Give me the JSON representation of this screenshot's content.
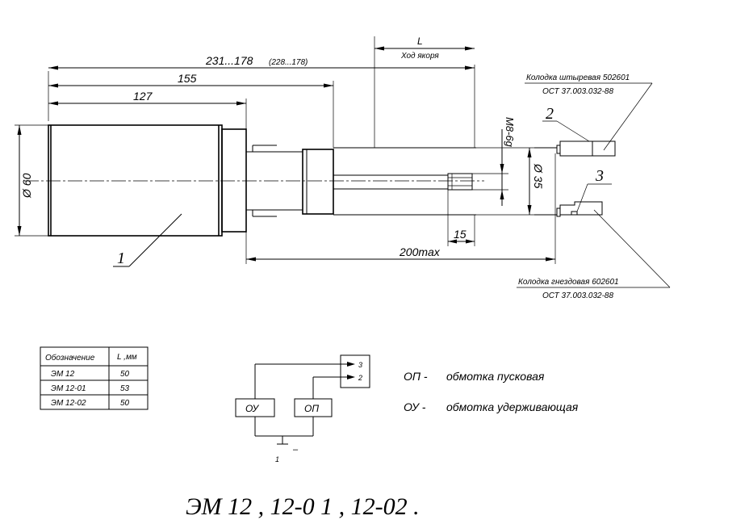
{
  "dimensions": {
    "overall": "231...178",
    "overall_alt": "(228...178)",
    "d155": "155",
    "d127": "127",
    "L": "L",
    "stroke_label": "Ход якоря",
    "diam60": "Ø 60",
    "diam35": "Ø 35",
    "thread": "M8-6g",
    "d15": "15",
    "d200": "200max"
  },
  "callouts": {
    "item1": "1",
    "item2": "2",
    "item3": "3",
    "plug_name": "Колодка штыревая 502601",
    "plug_std": "ОСТ 37.003.032-88",
    "socket_name": "Колодка гнездовая 602601",
    "socket_std": "ОСТ 37.003.032-88"
  },
  "table": {
    "headers": [
      "Обозначение",
      "L ,мм"
    ],
    "rows": [
      [
        "ЭМ 12",
        "50"
      ],
      [
        "ЭМ 12-01",
        "53"
      ],
      [
        "ЭМ 12-02",
        "50"
      ]
    ]
  },
  "schematic": {
    "coil_ou": "ОУ",
    "coil_op": "ОП",
    "terminal3": "3",
    "terminal2": "2",
    "terminal1": "1",
    "minus": "–"
  },
  "legend": {
    "op_abbr": "ОП -",
    "op_text": "обмотка пусковая",
    "ou_abbr": "ОУ -",
    "ou_text": "обмотка удерживающая"
  },
  "title": "ЭМ 12 , 12-0 1 , 12-02 ."
}
